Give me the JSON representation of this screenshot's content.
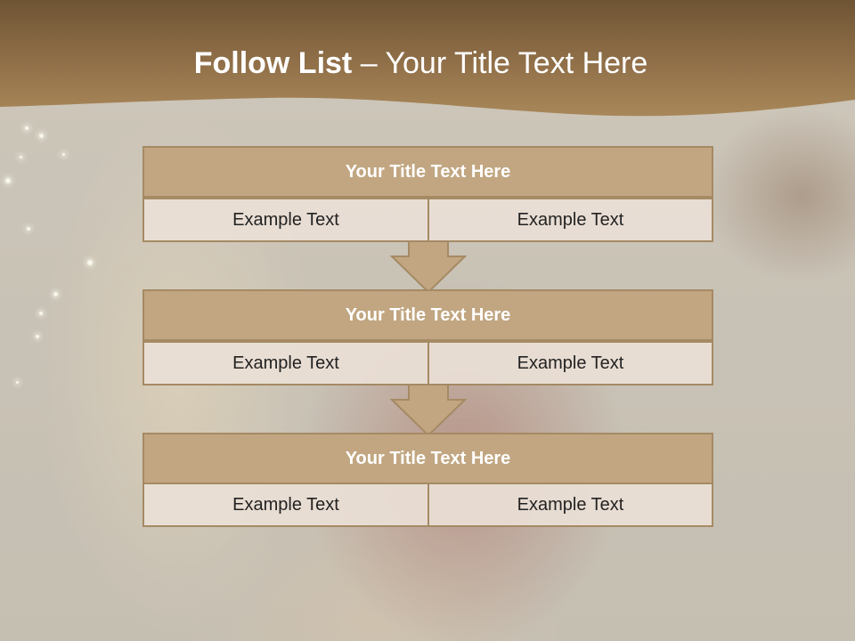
{
  "slide": {
    "title_bold": "Follow List",
    "title_rest": " – Your Title Text Here"
  },
  "steps": [
    {
      "title": "Your Title Text Here",
      "left": "Example Text",
      "right": "Example Text"
    },
    {
      "title": "Your Title Text Here",
      "left": "Example Text",
      "right": "Example Text"
    },
    {
      "title": "Your Title Text Here",
      "left": "Example Text",
      "right": "Example Text"
    }
  ],
  "colors": {
    "header_band": "#8a6a45",
    "block_fill": "#c1a681",
    "block_border": "#a58a64",
    "cell_fill": "#eae0d6"
  }
}
